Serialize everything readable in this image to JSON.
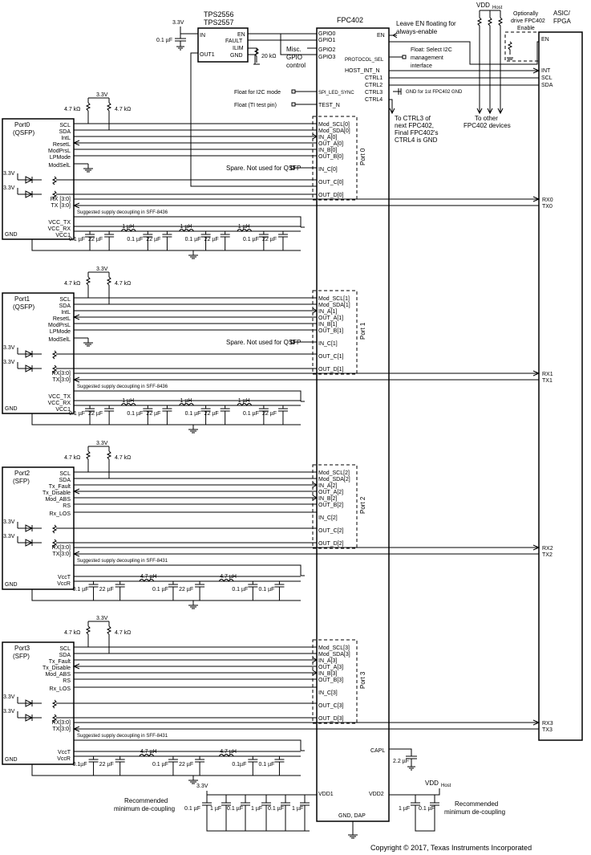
{
  "ic": {
    "fpc402": "FPC402",
    "tps1": "TPS2556",
    "tps2": "TPS2557",
    "asic1": "ASIC/",
    "asic2": "FPGA",
    "tps_pins": {
      "in": "IN",
      "out1": "OUT1",
      "en": "EN",
      "fault": "FAULT",
      "ilim": "ILIM",
      "gnd": "GND"
    },
    "fpc_left_pins": {
      "gpio0": "GPIO0",
      "gpio1": "GPIO1",
      "gpio2": "GPIO2",
      "gpio3": "GPIO3",
      "spi": "SPI_LED_SYNC",
      "test": "TEST_N",
      "vdd1": "VDD1",
      "gnd": "GND, DAP"
    },
    "fpc_right_pins": {
      "en": "EN",
      "protocol": "PROTOCOL_SEL",
      "host_int": "HOST_INT_N",
      "ctrl1": "CTRL1",
      "ctrl2": "CTRL2",
      "ctrl3": "CTRL3",
      "ctrl4": "CTRL4",
      "capl": "CAPL",
      "vdd2": "VDD2"
    },
    "asic_pins": {
      "en": "EN",
      "int": "INT",
      "scl": "SCL",
      "sda": "SDA"
    }
  },
  "notes": {
    "supply": "3.3V",
    "cap01uf": "0.1 µF",
    "res20k": "20 kΩ",
    "misc1": "Misc.",
    "misc2": "GPIO",
    "misc3": "control",
    "leave_en1": "Leave EN floating for",
    "leave_en2": "always-enable",
    "float_i2c1": "Float: Select I2C",
    "float_i2c2": "management",
    "float_i2c3": "interface",
    "opt1": "Optionally",
    "opt2": "drive FPC402",
    "opt3": "Enable",
    "vdd_host": "VDD",
    "vdd_host_sub": "Host",
    "gnd_first": "GND for 1st FPC402 GND",
    "float_i2c_mode": "Float for I2C mode",
    "float_ti": "Float (TI test pin)",
    "ctrl3_1": "To CTRL3 of",
    "ctrl3_2": "next FPC402,",
    "ctrl3_3": "Final FPC402's",
    "ctrl3_4": "CTRL4 is GND",
    "other1": "To other",
    "other2": "FPC402 devices",
    "capl_cap": "2.2 µF",
    "rec1": "Recommended",
    "rec2": "minimum de-coupling",
    "cap1uf": "1 µF",
    "copyright": "Copyright © 2017, Texas Instruments Incorporated"
  },
  "ports": [
    {
      "name": "Port0",
      "type": "(QSFP)",
      "block": "Port 0",
      "pins": [
        "SCL",
        "SDA",
        "IntL",
        "ResetL",
        "ModPrsL",
        "LPMode",
        "ModSelL"
      ],
      "fpc_pins": [
        "Mod_SCL[0]",
        "Mod_SDA[0]",
        "IN_A[0]",
        "OUT_A[0]",
        "IN_B[0]",
        "OUT_B[0]",
        "IN_C[0]",
        "OUT_C[0]",
        "OUT_D[0]"
      ],
      "rx": "RX [3:0]",
      "tx": "TX [3:0]",
      "pwr": [
        "VCC_TX",
        "VCC_RX",
        "VCC1"
      ],
      "gnd": "GND",
      "res": "4.7 kΩ",
      "spare": "Spare. Not used for QSFP",
      "decoupling": "Suggested supply decoupling in SFF-8436",
      "caps": [
        "0.1 µF",
        "22 µF",
        "1 µH",
        "0.1 µF",
        "22 µF",
        "1 µH",
        "0.1 µF",
        "22 µF",
        "1 µH",
        "0.1 µF",
        "22 µF"
      ],
      "asic_rx": "RX0",
      "asic_tx": "TX0"
    },
    {
      "name": "Port1",
      "type": "(QSFP)",
      "block": "Port 1",
      "pins": [
        "SCL",
        "SDA",
        "IntL",
        "ResetL",
        "ModPrsL",
        "LPMode",
        "ModSelL"
      ],
      "fpc_pins": [
        "Mod_SCL[1]",
        "Mod_SDA[1]",
        "IN_A[1]",
        "OUT_A[1]",
        "IN_B[1]",
        "OUT_B[1]",
        "IN_C[1]",
        "OUT_C[1]",
        "OUT_D[1]"
      ],
      "rx": "RX[3:0]",
      "tx": "TX[3:0]",
      "pwr": [
        "VCC_TX",
        "VCC_RX",
        "VCC1"
      ],
      "gnd": "GND",
      "res": "4.7 kΩ",
      "spare": "Spare. Not used for QSFP",
      "decoupling": "Suggested supply decoupling in SFF-8436",
      "caps": [
        "0.1 µF",
        "22 µF",
        "1 µH",
        "0.1 µF",
        "22 µF",
        "1 µH",
        "0.1 µF",
        "22 µF",
        "1 µH",
        "0.1 µF",
        "22 µF"
      ],
      "asic_rx": "RX1",
      "asic_tx": "TX1"
    },
    {
      "name": "Port2",
      "type": "(SFP)",
      "block": "Port 2",
      "pins": [
        "SCL",
        "SDA",
        "Tx_Fault",
        "Tx_Disable",
        "Mod_ABS",
        "RS",
        "Rx_LOS"
      ],
      "fpc_pins": [
        "Mod_SCL[2]",
        "Mod_SDA[2]",
        "IN_A[2]",
        "OUT_A[2]",
        "IN_B[2]",
        "OUT_B[2]",
        "IN_C[2]",
        "OUT_C[2]",
        "OUT_D[2]"
      ],
      "rx": "RX[3:0]",
      "tx": "TX[3:0]",
      "pwr": [
        "VccT",
        "VccR"
      ],
      "gnd": "GND",
      "res": "4.7 kΩ",
      "spare": "",
      "decoupling": "Suggested supply decoupling in SFF-8431",
      "caps": [
        "0.1 µF",
        "22 µF",
        "4.7 µH",
        "0.1 µF",
        "22 µF",
        "4.7 µH",
        "0.1 µF",
        "0.1 µF"
      ],
      "asic_rx": "RX2",
      "asic_tx": "TX2"
    },
    {
      "name": "Port3",
      "type": "(SFP)",
      "block": "Port 3",
      "pins": [
        "SCL",
        "SDA",
        "Tx_Fault",
        "Tx_Disable",
        "Mod_ABS",
        "RS",
        "Rx_LOS"
      ],
      "fpc_pins": [
        "Mod_SCL[3]",
        "Mod_SDA[3]",
        "IN_A[3]",
        "OUT_A[3]",
        "IN_B[3]",
        "OUT_B[3]",
        "IN_C[3]",
        "OUT_C[3]",
        "OUT_D[3]"
      ],
      "rx": "RX[3:0]",
      "tx": "TX[3:0]",
      "pwr": [
        "VccT",
        "VccR"
      ],
      "gnd": "GND",
      "res": "4.7 kΩ",
      "spare": "",
      "decoupling": "Suggested supply decoupling in SFF-8431",
      "caps": [
        "0.1µF",
        "22 µF",
        "4.7 µH",
        "0.1 µF",
        "22 µF",
        "4.7 µH",
        "0.1µF",
        "0.1 µF"
      ],
      "asic_rx": "RX3",
      "asic_tx": "TX3"
    }
  ]
}
